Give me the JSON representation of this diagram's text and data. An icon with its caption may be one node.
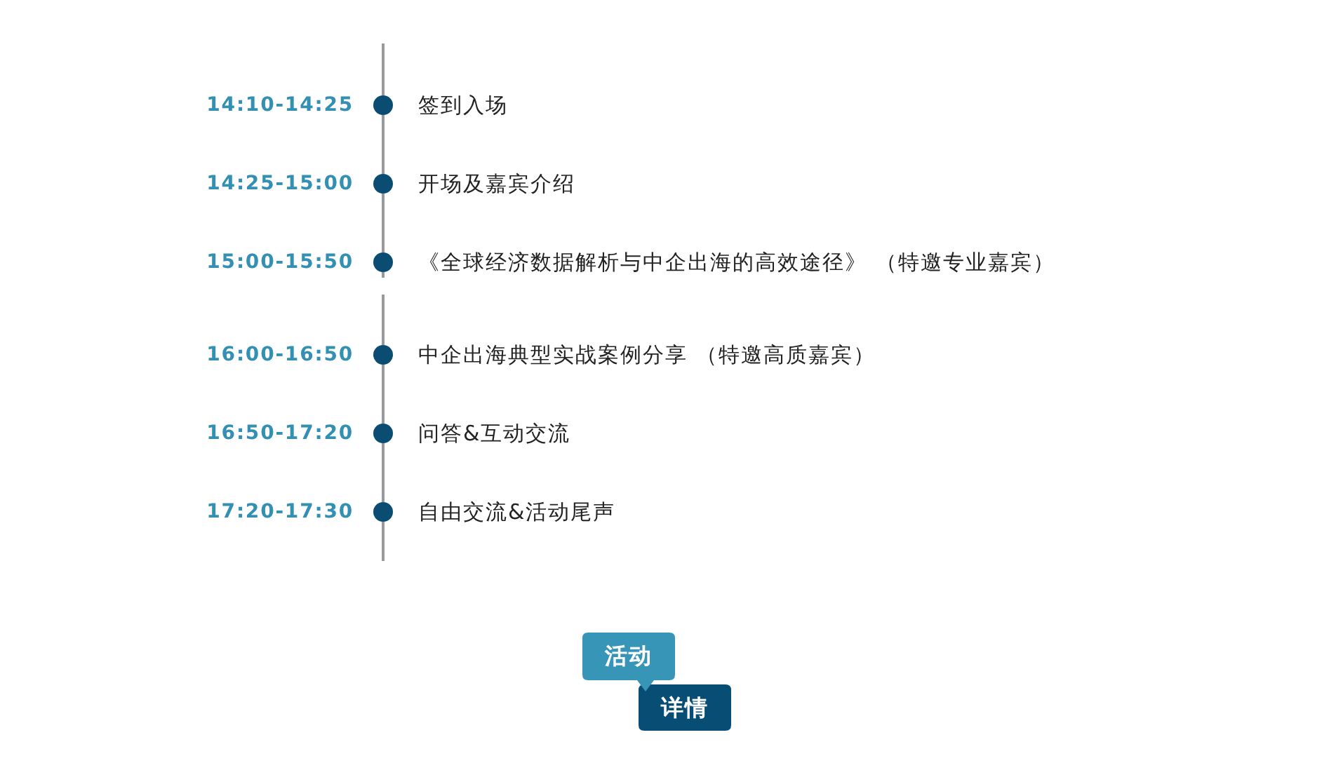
{
  "diagram": {
    "nodes": [
      {
        "text": [],
        "shape": "circle",
        "beside": [
          "14:10-14:25",
          "签到入场"
        ]
      },
      {
        "text": [],
        "shape": "circle",
        "beside": [
          "14:25-15:00",
          "开场及嘉宾介绍"
        ]
      },
      {
        "text": [],
        "shape": "circle",
        "beside": [
          "15:00-15:50",
          "《全球经济数据解析与中企出海的高效途径》 （特邀专业嘉宾）"
        ]
      },
      {
        "text": [],
        "shape": "circle",
        "beside": [
          "16:00-16:50",
          "中企出海典型实战案例分享 （特邀高质嘉宾）"
        ]
      },
      {
        "text": [],
        "shape": "circle",
        "beside": [
          "16:50-17:20",
          "问答&互动交流"
        ]
      },
      {
        "text": [],
        "shape": "circle",
        "beside": [
          "17:20-17:30",
          "自由交流&活动尾声"
        ]
      },
      {
        "text": [
          "活动"
        ]
      },
      {
        "text": [
          "详情"
        ]
      }
    ],
    "edges": [
      {
        "from": null,
        "to": 0,
        "arrow": "none"
      },
      {
        "from": 0,
        "to": 1,
        "arrow": "none"
      },
      {
        "from": 1,
        "to": 2,
        "arrow": "none"
      },
      {
        "from": 2,
        "to": null,
        "arrow": "none"
      },
      {
        "from": null,
        "to": 3,
        "arrow": "none"
      },
      {
        "from": 3,
        "to": 4,
        "arrow": "none"
      },
      {
        "from": 4,
        "to": 5,
        "arrow": "none"
      },
      {
        "from": 5,
        "to": null,
        "arrow": "none"
      }
    ]
  }
}
